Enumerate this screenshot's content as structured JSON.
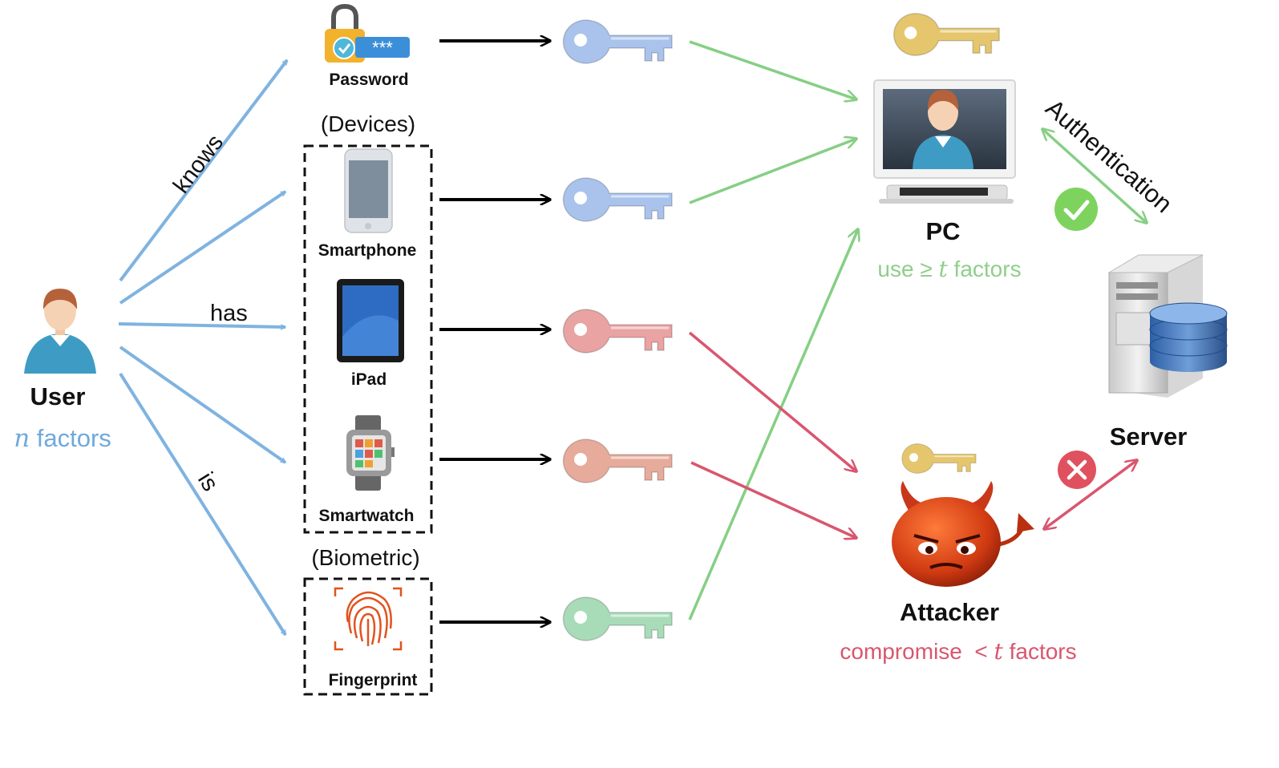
{
  "user": {
    "label": "User",
    "factor_var": "n",
    "factor_text": " factors"
  },
  "relations": {
    "knows": "knows",
    "has": "has",
    "is": "is"
  },
  "groups": {
    "devices": "(Devices)",
    "biometric": "(Biometric)"
  },
  "factors": {
    "password": "Password",
    "smartphone": "Smartphone",
    "ipad": "iPad",
    "smartwatch": "Smartwatch",
    "fingerprint": "Fingerprint"
  },
  "pc": {
    "label": "PC",
    "use_prefix": "use ≥ ",
    "var": "t",
    "use_suffix": " factors"
  },
  "attacker": {
    "label": "Attacker",
    "prefix": "compromise  < ",
    "var": "t",
    "suffix": " factors"
  },
  "server": {
    "label": "Server"
  },
  "auth": {
    "label": "Authentication"
  },
  "colors": {
    "blue": "#7fb3e0",
    "green": "#86cf84",
    "red": "#d9566e",
    "key_blue": "#a9c3ec",
    "key_red": "#e9a3a3",
    "key_salmon": "#e7ab9b",
    "key_green": "#a8dcb8",
    "key_gold": "#e5c66c",
    "user_text_blue": "#6fa9dc",
    "pc_text_green": "#8fcf8a",
    "attacker_text_red": "#d9566e"
  }
}
